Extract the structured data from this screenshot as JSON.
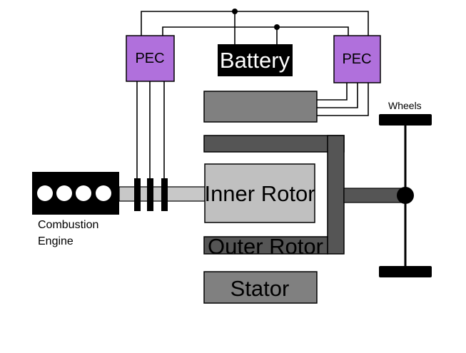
{
  "pec_left": {
    "label": "PEC",
    "color": "#b070dc"
  },
  "pec_right": {
    "label": "PEC",
    "color": "#b070dc"
  },
  "battery": {
    "label": "Battery",
    "color": "#000000",
    "text_color": "#ffffff"
  },
  "inner_rotor": {
    "label": "Inner Rotor",
    "color": "#c0c0c0"
  },
  "outer_rotor": {
    "label": "Outer Rotor",
    "color": "#808080"
  },
  "stator": {
    "label": "Stator",
    "color": "#808080"
  },
  "engine": {
    "label_line1": "Combustion",
    "label_line2": "Engine",
    "color": "#000000"
  },
  "wheels": {
    "label": "Wheels",
    "color": "#000000"
  },
  "colors": {
    "shaft": "#c8c8c8",
    "outer_rotor_frame": "#555555",
    "output_shaft": "#555555"
  }
}
